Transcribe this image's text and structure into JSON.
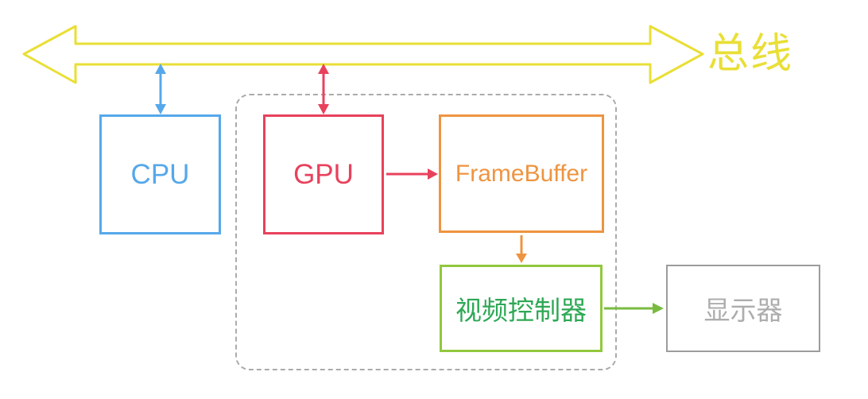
{
  "colors": {
    "background": "#ffffff",
    "bus": "#e9df36",
    "blue": "#56a8ea",
    "red": "#e8415c",
    "orange": "#ee9440",
    "greenBorder": "#92c83e",
    "greenText": "#2ea855",
    "greenArrow": "#79bb3f",
    "grayBorder": "#9c9c9c",
    "grayText": "#adadad",
    "dash": "#ababab"
  },
  "bus": {
    "label": "总线"
  },
  "nodes": {
    "cpu": {
      "label": "CPU"
    },
    "gpu": {
      "label": "GPU"
    },
    "framebuffer": {
      "label": "FrameBuffer"
    },
    "video_controller": {
      "label": "视频控制器"
    },
    "display": {
      "label": "显示器"
    }
  },
  "edges": [
    {
      "from": "cpu",
      "to": "bus",
      "type": "bidirectional",
      "color": "#56a8ea"
    },
    {
      "from": "gpu",
      "to": "bus",
      "type": "bidirectional",
      "color": "#e8415c"
    },
    {
      "from": "gpu",
      "to": "framebuffer",
      "type": "directed",
      "color": "#e8415c"
    },
    {
      "from": "framebuffer",
      "to": "video_controller",
      "type": "directed",
      "color": "#ee9440"
    },
    {
      "from": "video_controller",
      "to": "display",
      "type": "directed",
      "color": "#79bb3f"
    }
  ]
}
